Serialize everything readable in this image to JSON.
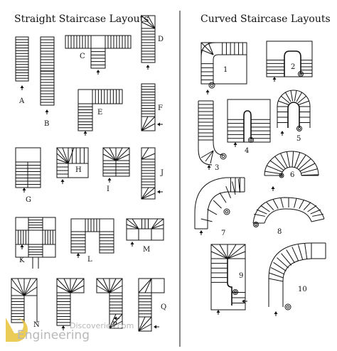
{
  "headings": {
    "straight": "Straight Staircase Layouts",
    "curved": "Curved Staircase Layouts"
  },
  "straight_labels": [
    "A",
    "B",
    "C",
    "D",
    "E",
    "F",
    "G",
    "H",
    "I",
    "J",
    "K",
    "L",
    "M",
    "N",
    "P",
    "Q"
  ],
  "curved_labels": [
    "1",
    "2",
    "3",
    "4",
    "5",
    "6",
    "7",
    "8",
    "9",
    "10"
  ],
  "watermark": {
    "line1": "Discoveries.com",
    "line2": "Engineering"
  },
  "colors": {
    "ink": "#111111",
    "watermark_logo": "#e8c33a",
    "watermark_text": "#b8b8b8"
  }
}
